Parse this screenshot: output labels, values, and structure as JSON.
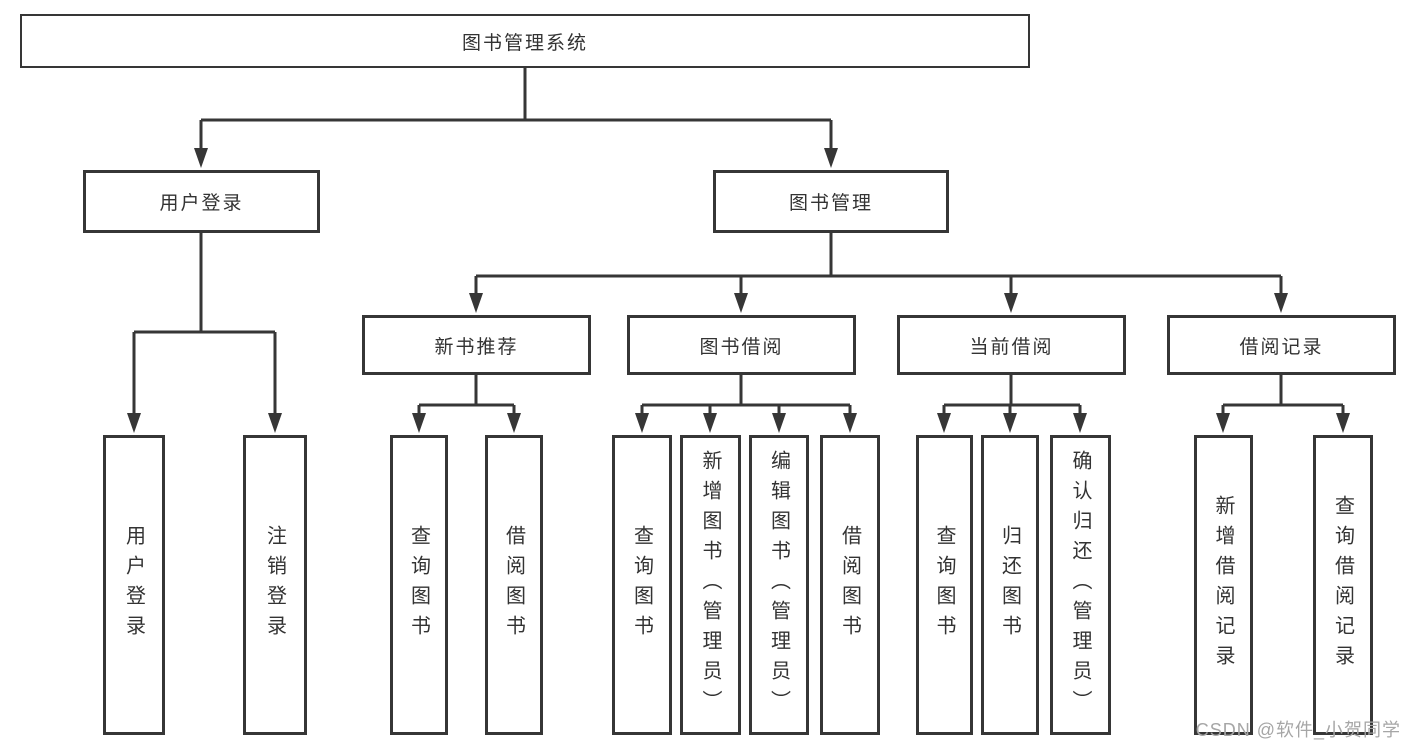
{
  "colors": {
    "line": "#363636",
    "box_border": "#363636",
    "text": "#333333",
    "watermark": "#a6a6a6",
    "background": "#ffffff"
  },
  "watermark": {
    "text": "CSDN @软件_小贺同学"
  },
  "tree": {
    "root": {
      "label": "图书管理系统"
    },
    "branches": [
      {
        "label": "用户登录",
        "children": [
          {
            "label": "用户登录"
          },
          {
            "label": "注销登录"
          }
        ]
      },
      {
        "label": "图书管理",
        "children": [
          {
            "label": "新书推荐",
            "children": [
              {
                "label": "查询图书"
              },
              {
                "label": "借阅图书"
              }
            ]
          },
          {
            "label": "图书借阅",
            "children": [
              {
                "label": "查询图书"
              },
              {
                "label": "新增图书（管理员）"
              },
              {
                "label": "编辑图书（管理员）"
              },
              {
                "label": "借阅图书"
              }
            ]
          },
          {
            "label": "当前借阅",
            "children": [
              {
                "label": "查询图书"
              },
              {
                "label": "归还图书"
              },
              {
                "label": "确认归还（管理员）"
              }
            ]
          },
          {
            "label": "借阅记录",
            "children": [
              {
                "label": "新增借阅记录"
              },
              {
                "label": "查询借阅记录"
              }
            ]
          }
        ]
      }
    ]
  }
}
